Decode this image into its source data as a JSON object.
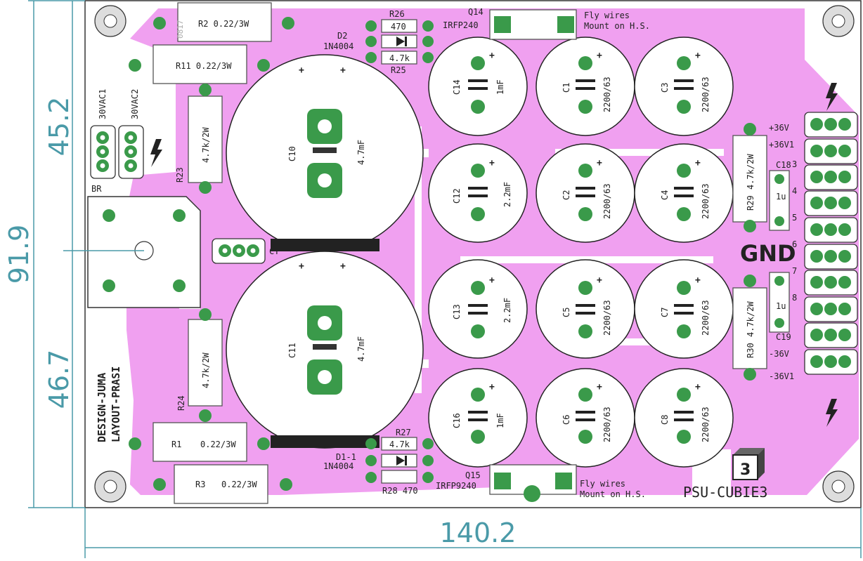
{
  "dimensions": {
    "width": "140.2",
    "height": "91.9",
    "upper_height": "45.2",
    "lower_height": "46.7"
  },
  "labels": {
    "r2": "R2 0.22/3W",
    "r11": "R11 0.22/3W",
    "r1": "R1",
    "r1_value": "0.22/3W",
    "r3": "R3",
    "r3_value": "0.22/3W",
    "pkg_0817": "0817",
    "r23": "R23",
    "r23_value": "4.7k/2W",
    "r24": "R24",
    "r24_value": "4.7k/2W",
    "r26": "R26",
    "r26_value": "470",
    "r25": "R25",
    "r25_value": "4.7k",
    "r27": "R27",
    "r27_value": "4.7k",
    "r28": "R28 470",
    "d2": "D2",
    "d2_part": "1N4004",
    "d1": "D1-1",
    "d1_part": "1N4004",
    "q14": "Q14",
    "q14_part": "IRFP240",
    "q15": "Q15",
    "q15_part": "IRFP9240",
    "fly_wires": "Fly wires",
    "mount": "Mount on H.S.",
    "vac1": "30VAC1",
    "vac2": "30VAC2",
    "br": "BR",
    "ct": "CT",
    "c10": "C10",
    "c11": "C11",
    "bulk_value": "4.7mF",
    "c14": "C14",
    "c14_value": "1mF",
    "c12": "C12",
    "c12_value": "2.2mF",
    "c13": "C13",
    "c13_value": "2.2mF",
    "c16": "C16",
    "c16_value": "1mF",
    "c1": "C1",
    "c2": "C2",
    "c3": "C3",
    "c4": "C4",
    "c5": "C5",
    "c6": "C6",
    "c7": "C7",
    "c8": "C8",
    "small_cap_value": "2200/63",
    "r29": "R29",
    "r30": "R30",
    "r29_value": "4.7k/2W",
    "c18": "C18",
    "c19": "C19",
    "c18_value": "1u",
    "t3": "3",
    "t4": "4",
    "t5": "5",
    "t6": "6",
    "t7": "7",
    "t8": "8",
    "p36v": "+36V",
    "p36v1": "+36V1",
    "m36v": "-36V",
    "m36v1": "-36V1",
    "gnd": "GND",
    "design": "DESIGN-JUMA",
    "layout": "LAYOUT-PRASI",
    "board_name": "PSU-CUBIE3",
    "logo_digit": "3"
  },
  "colors": {
    "copper": "#f0a0f0",
    "pad": "#3a9a4a",
    "dimension": "#4a9aa8",
    "outline": "#333333"
  }
}
